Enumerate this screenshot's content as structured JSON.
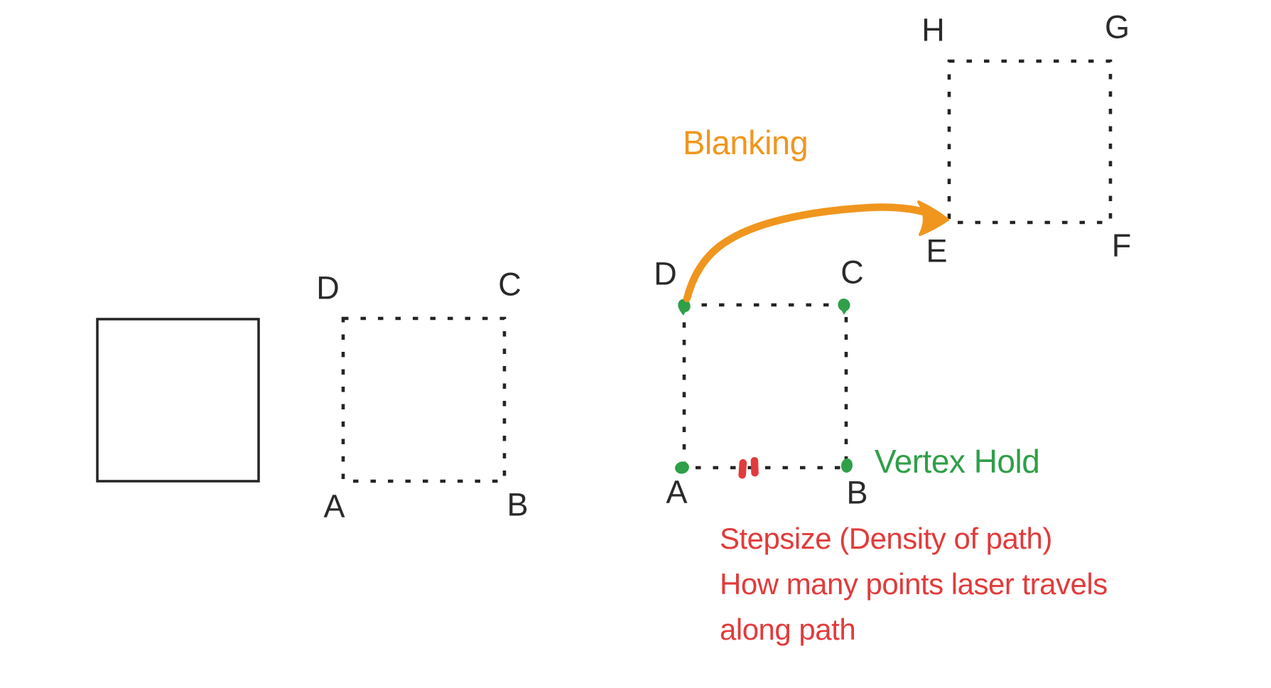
{
  "figure": {
    "annotations": {
      "blanking_label": "Blanking",
      "vertex_hold_label": "Vertex Hold",
      "stepsize_line1": "Stepsize (Density of path)",
      "stepsize_line2": "How many points laser travels",
      "stepsize_line3": "along path"
    },
    "squares": {
      "plain_dotted": {
        "vertices": {
          "bottom_left": "A",
          "bottom_right": "B",
          "top_right": "C",
          "top_left": "D"
        }
      },
      "vertex_hold_dotted": {
        "vertices": {
          "bottom_left": "A",
          "bottom_right": "B",
          "top_right": "C",
          "top_left": "D"
        }
      },
      "blanking_target_dotted": {
        "vertices": {
          "bottom_left": "E",
          "bottom_right": "F",
          "top_right": "G",
          "top_left": "H"
        }
      }
    },
    "colors": {
      "blanking_orange": "#F0961E",
      "vertex_hold_green": "#2F9F48",
      "stepsize_red": "#E23B3B",
      "line_black": "#242424",
      "background": "#FFFFFF"
    }
  }
}
